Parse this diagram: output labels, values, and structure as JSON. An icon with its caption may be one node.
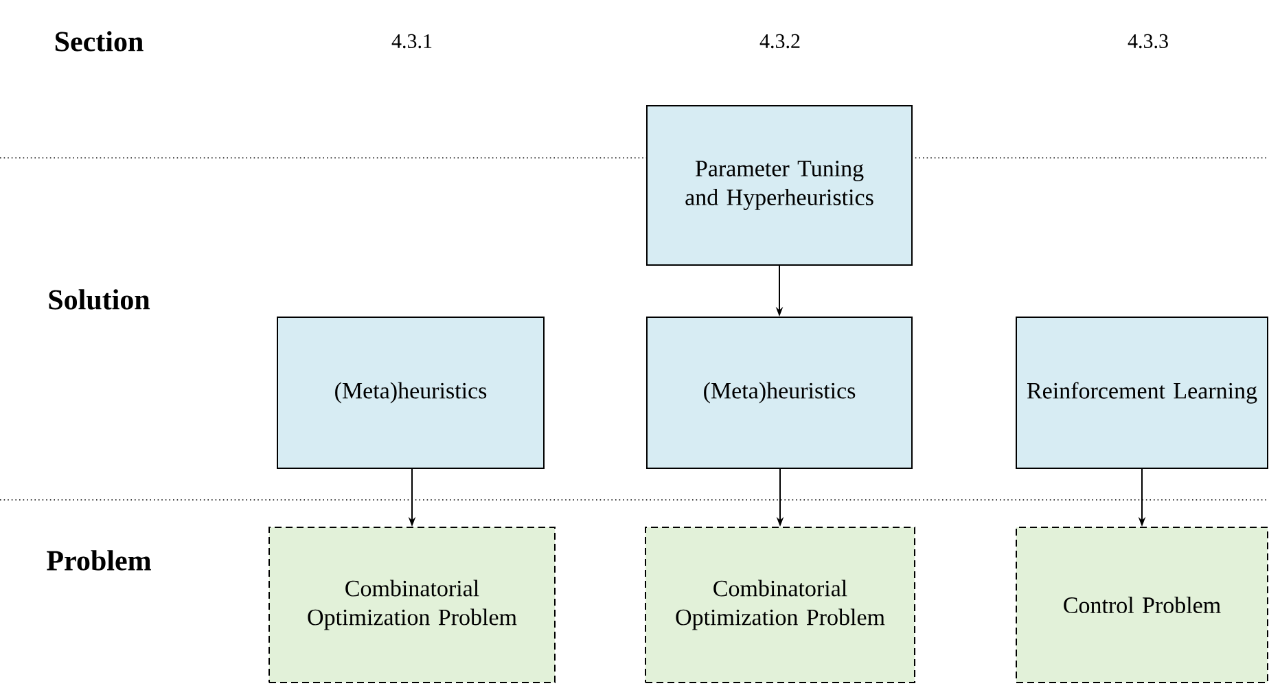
{
  "diagram": {
    "nodes": [
      {
        "text": [
          "Parameter Tuning and Hyperheuristics"
        ]
      },
      {
        "text": [
          "(Meta)heuristics"
        ]
      },
      {
        "text": [
          "(Meta)heuristics"
        ]
      },
      {
        "text": [
          "Reinforcement Learning"
        ]
      },
      {
        "text": [
          "Combinatorial Optimization Problem"
        ]
      },
      {
        "text": [
          "Combinatorial Optimization Problem"
        ]
      },
      {
        "text": [
          "Control Problem"
        ]
      }
    ],
    "edges": [
      {
        "from": 0,
        "to": 2,
        "arrow": "to"
      },
      {
        "from": 1,
        "to": 4,
        "arrow": "to"
      },
      {
        "from": 2,
        "to": 5,
        "arrow": "to"
      },
      {
        "from": 3,
        "to": 6,
        "arrow": "to"
      }
    ],
    "labels": [
      "Section",
      "4.3.1",
      "4.3.2",
      "4.3.3",
      "Solution",
      "Problem"
    ]
  }
}
